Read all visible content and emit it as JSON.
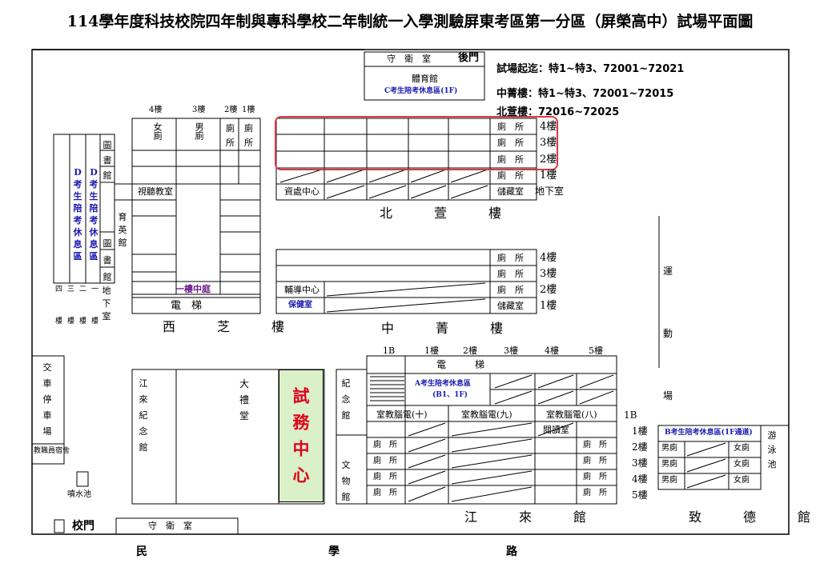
{
  "title": "114學年度科技校院四年制與專科學校二年制統一入學測驗屏東考區第一分區（屏榮高中）試場平面圖",
  "info": {
    "range": "試場起迄：特1~特3、72001~72021",
    "zhongjing": "中菁樓：特1~特3、72001~72015",
    "beixuan": "北萱樓：72016~72025"
  },
  "top": {
    "guard": "守　衛　室",
    "back_gate": "後門",
    "gym": "體育館",
    "zone_c": "C考生陪考休息區(1F)"
  },
  "north": {
    "name": "北　萱　樓",
    "toilet": "廁　所",
    "floors": [
      "4樓",
      "3樓",
      "2樓",
      "1樓",
      "地下室"
    ],
    "info_center": "資處中心",
    "storage": "儲藏室"
  },
  "middle": {
    "name": "中　菁　樓",
    "toilet": "廁　所",
    "floors": [
      "4樓",
      "3樓",
      "2樓",
      "1樓"
    ],
    "counsel": "輔導中心",
    "health": "保健室",
    "storage": "儲藏室"
  },
  "west": {
    "name": "西　芝　樓",
    "floor_hdr": [
      "4樓",
      "3樓",
      "2樓",
      "1樓"
    ],
    "female": "女廁",
    "male": "男廁",
    "toilet_parts": [
      "廁",
      "廁",
      "所",
      "所"
    ],
    "library": "圖書館",
    "library2": "圖書館",
    "av_room": "視聽教室",
    "yuying": "育英館",
    "zone_d": "D考生陪考休息區",
    "courtyard": "一樓中庭",
    "elevator": "電　梯",
    "basement": "地下室",
    "floor_nums": [
      "四",
      "三",
      "二",
      "一"
    ],
    "floor_words": [
      "樓",
      "樓",
      "樓",
      "樓"
    ]
  },
  "sports": "運動場",
  "jianglai": {
    "name": "江　來　館",
    "floors_top": [
      "1B",
      "1樓",
      "2樓",
      "3樓",
      "4樓",
      "5樓"
    ],
    "elevator": "電　　　梯",
    "zone_a": "A考生陪考休息區",
    "zone_a_sub": "(B1、1F)",
    "computer_rooms": [
      "室教腦電(十)",
      "室教腦電(九)",
      "室教腦電(八)"
    ],
    "reading": "閱讀室",
    "toilet": "廁　所",
    "floors_side": [
      "1B",
      "1樓",
      "2樓",
      "3樓",
      "4樓",
      "5樓"
    ]
  },
  "left": {
    "jiang_memorial": "江來紀念館",
    "auditorium": "大　禮　堂",
    "exam_center": "試務中心",
    "memorial": "紀念館",
    "cultural": "文物館",
    "transport": "交車停車場",
    "staff_dorm": "教職員宿舍",
    "fountain": "噴水池",
    "gate": "校門",
    "gate_guard": "守　衛　室"
  },
  "zhide": {
    "name": "致　德　館",
    "zone_b": "B考生陪考休息區(1F通道)",
    "male": "男廁",
    "female": "女廁",
    "pool": "游泳池"
  },
  "road": [
    "民",
    "學",
    "路"
  ]
}
